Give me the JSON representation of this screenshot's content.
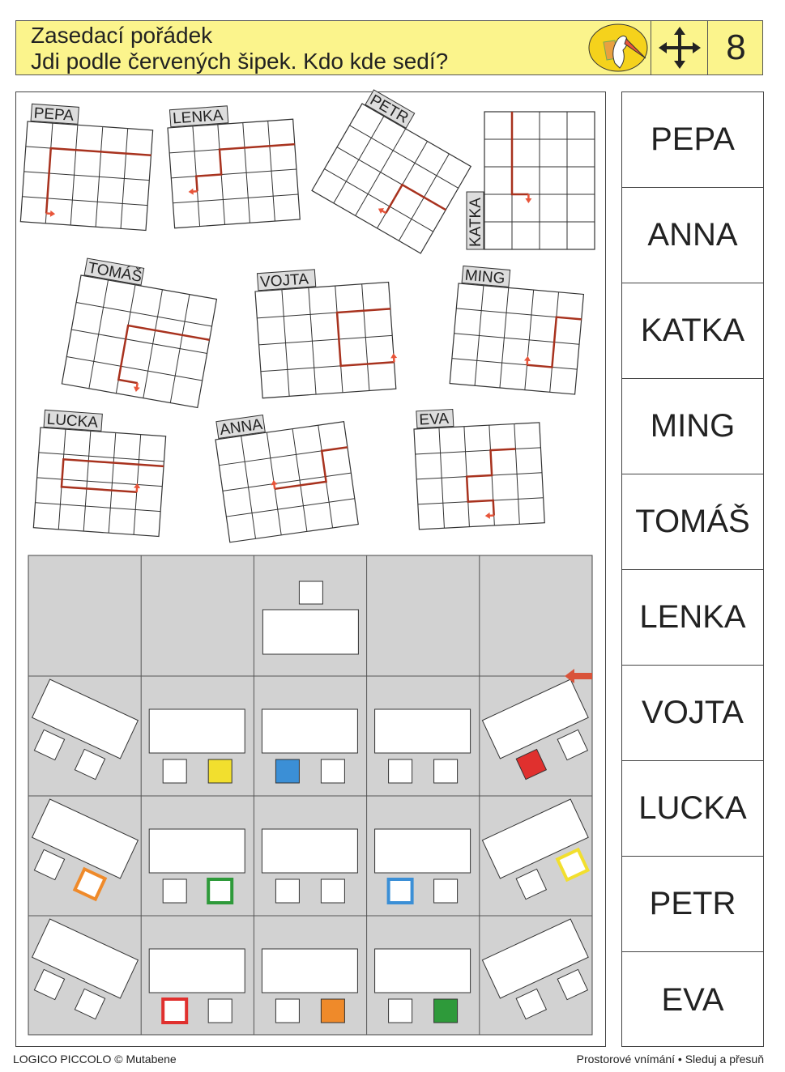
{
  "header": {
    "title": "Zasedací pořádek",
    "instruction": "Jdi podle červených šipek. Kdo kde sedí?",
    "page_number": "8",
    "logo_icon": "stork-with-scarf-icon",
    "category_icon": "four-way-arrow-icon"
  },
  "grids": [
    {
      "label": "PEPA"
    },
    {
      "label": "LENKA"
    },
    {
      "label": "PETR"
    },
    {
      "label": "KATKA"
    },
    {
      "label": "TOMÁŠ"
    },
    {
      "label": "VOJTA"
    },
    {
      "label": "MING"
    },
    {
      "label": "LUCKA"
    },
    {
      "label": "ANNA"
    },
    {
      "label": "EVA"
    }
  ],
  "names": [
    "PEPA",
    "ANNA",
    "KATKA",
    "MING",
    "TOMÁŠ",
    "LENKA",
    "VOJTA",
    "LUCKA",
    "PETR",
    "EVA"
  ],
  "classroom": {
    "colored_seats": [
      {
        "row": 1,
        "col": 1,
        "seat": 1,
        "color": "#f2df2e",
        "style": "filled"
      },
      {
        "row": 1,
        "col": 2,
        "seat": 0,
        "color": "#3b8fd6",
        "style": "filled"
      },
      {
        "row": 1,
        "col": 4,
        "seat": 0,
        "color": "#e0302e",
        "style": "filled"
      },
      {
        "row": 2,
        "col": 0,
        "seat": 1,
        "color": "#ef8a2a",
        "style": "outline"
      },
      {
        "row": 2,
        "col": 1,
        "seat": 1,
        "color": "#2e9a3a",
        "style": "outline"
      },
      {
        "row": 2,
        "col": 3,
        "seat": 0,
        "color": "#3b8fd6",
        "style": "outline"
      },
      {
        "row": 2,
        "col": 4,
        "seat": 1,
        "color": "#f2df2e",
        "style": "outline"
      },
      {
        "row": 3,
        "col": 1,
        "seat": 0,
        "color": "#e0302e",
        "style": "outline"
      },
      {
        "row": 3,
        "col": 2,
        "seat": 1,
        "color": "#ef8a2a",
        "style": "filled"
      },
      {
        "row": 3,
        "col": 3,
        "seat": 1,
        "color": "#2e9a3a",
        "style": "filled"
      }
    ],
    "path_color": "#a8321e",
    "arrow_color": "#e8553a"
  },
  "footer": {
    "left": "LOGICO PICCOLO  ©  Mutabene",
    "right": "Prostorové vnímání • Sleduj a přesuň"
  }
}
